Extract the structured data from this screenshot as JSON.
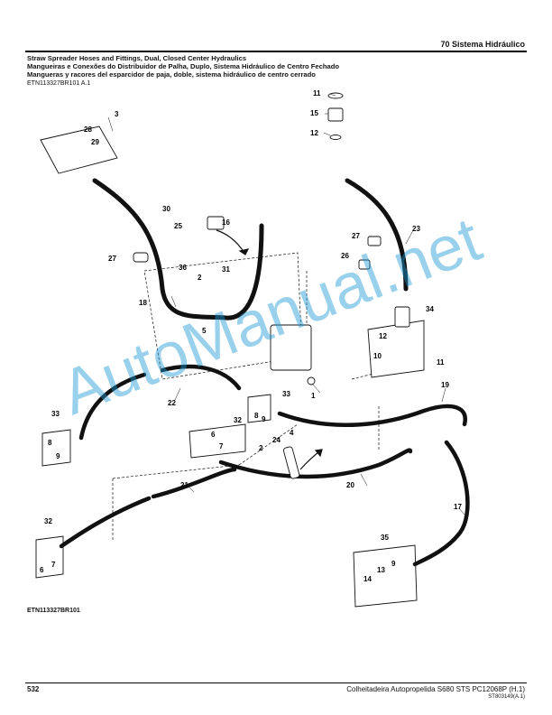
{
  "header": {
    "section": "70  Sistema Hidráulico",
    "titles": [
      "Straw Spreader Hoses and Fittings, Dual, Closed Center Hydraulics",
      "Mangueiras e Conexões do Distribuidor de Palha, Duplo, Sistema Hidráulico de Centro Fechado",
      "Mangueras y racores del esparcidor de paja, doble, sistema hidráulico de centro cerrado"
    ],
    "ref": "ETN113327BR101 A.1"
  },
  "diagram": {
    "figure_ref": "ETN113327BR101",
    "watermark": "AutoManual.net",
    "callouts": [
      "3",
      "28",
      "29",
      "30",
      "25",
      "16",
      "27",
      "36",
      "31",
      "2",
      "18",
      "5",
      "11",
      "15",
      "12",
      "23",
      "27",
      "26",
      "34",
      "12",
      "10",
      "11",
      "1",
      "33",
      "22",
      "19",
      "33",
      "8",
      "9",
      "32",
      "6",
      "7",
      "4",
      "24",
      "2",
      "8",
      "9",
      "21",
      "20",
      "17",
      "32",
      "6",
      "7",
      "35",
      "9",
      "13",
      "14"
    ]
  },
  "footer": {
    "page": "532",
    "text": "Colheitadeira Autopropelida S680 STS    PC12068P   (H.1)",
    "code": "ST803149(A.1)"
  },
  "colors": {
    "watermark": "#1e9ad6",
    "hose": "#111111"
  }
}
